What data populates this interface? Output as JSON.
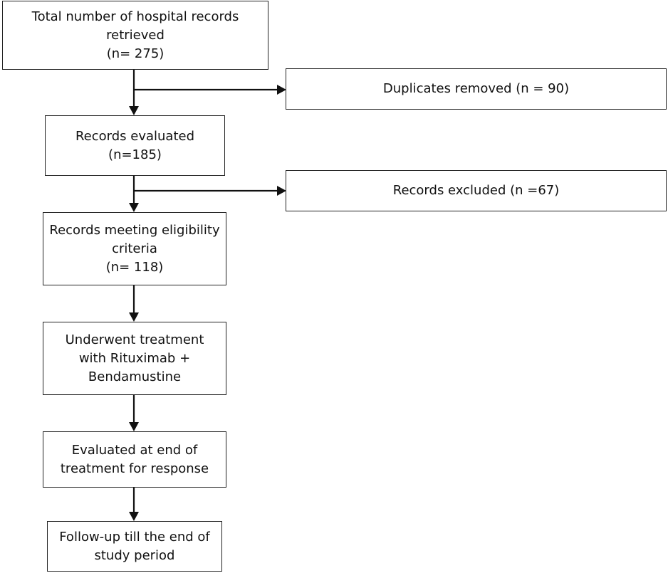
{
  "flowchart": {
    "total_records": {
      "line1": "Total number of hospital records",
      "line2": "retrieved",
      "line3": "(n= 275)"
    },
    "duplicates_removed": {
      "line1": "Duplicates removed (n = 90)"
    },
    "records_evaluated": {
      "line1": "Records evaluated",
      "line2": "(n=185)"
    },
    "records_excluded": {
      "line1": "Records excluded (n =67)"
    },
    "records_eligible": {
      "line1": "Records meeting eligibility",
      "line2": "criteria",
      "line3": "(n= 118)"
    },
    "treatment": {
      "line1": "Underwent treatment",
      "line2": "with Rituximab +",
      "line3": "Bendamustine"
    },
    "evaluated_end": {
      "line1": "Evaluated at end of",
      "line2": "treatment for response"
    },
    "follow_up": {
      "line1": "Follow-up till the end of",
      "line2": "study period"
    }
  }
}
